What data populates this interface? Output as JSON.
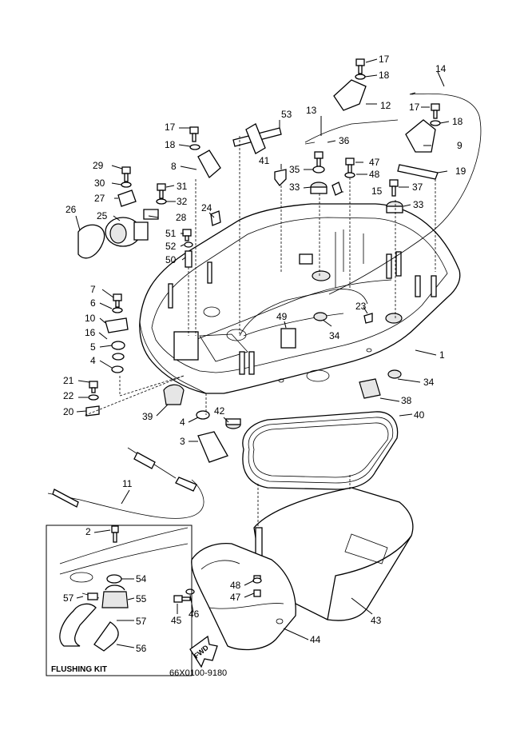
{
  "diagram": {
    "drawing_code": "66X0100-9180",
    "inset_title": "FLUSHING KIT",
    "fwd_label": "FWD",
    "callouts": [
      {
        "id": "c17a",
        "text": "17"
      },
      {
        "id": "c18a",
        "text": "18"
      },
      {
        "id": "c14",
        "text": "14"
      },
      {
        "id": "c13",
        "text": "13"
      },
      {
        "id": "c12",
        "text": "12"
      },
      {
        "id": "c17b",
        "text": "17"
      },
      {
        "id": "c18b",
        "text": "18"
      },
      {
        "id": "c53",
        "text": "53"
      },
      {
        "id": "c17c",
        "text": "17"
      },
      {
        "id": "c18c",
        "text": "18"
      },
      {
        "id": "c36",
        "text": "36"
      },
      {
        "id": "c9",
        "text": "9"
      },
      {
        "id": "c41",
        "text": "41"
      },
      {
        "id": "c47a",
        "text": "47"
      },
      {
        "id": "c29",
        "text": "29"
      },
      {
        "id": "c8",
        "text": "8"
      },
      {
        "id": "c35",
        "text": "35"
      },
      {
        "id": "c48a",
        "text": "48"
      },
      {
        "id": "c19",
        "text": "19"
      },
      {
        "id": "c30",
        "text": "30"
      },
      {
        "id": "c31",
        "text": "31"
      },
      {
        "id": "c33a",
        "text": "33"
      },
      {
        "id": "c15",
        "text": "15"
      },
      {
        "id": "c37",
        "text": "37"
      },
      {
        "id": "c27",
        "text": "27"
      },
      {
        "id": "c32",
        "text": "32"
      },
      {
        "id": "c26",
        "text": "26"
      },
      {
        "id": "c24",
        "text": "24"
      },
      {
        "id": "c33b",
        "text": "33"
      },
      {
        "id": "c25",
        "text": "25"
      },
      {
        "id": "c28",
        "text": "28"
      },
      {
        "id": "c51",
        "text": "51"
      },
      {
        "id": "c52",
        "text": "52"
      },
      {
        "id": "c50",
        "text": "50"
      },
      {
        "id": "c7",
        "text": "7"
      },
      {
        "id": "c6",
        "text": "6"
      },
      {
        "id": "c23",
        "text": "23"
      },
      {
        "id": "c10",
        "text": "10"
      },
      {
        "id": "c49",
        "text": "49"
      },
      {
        "id": "c34a",
        "text": "34"
      },
      {
        "id": "c16",
        "text": "16"
      },
      {
        "id": "c5",
        "text": "5"
      },
      {
        "id": "c1",
        "text": "1"
      },
      {
        "id": "c4a",
        "text": "4"
      },
      {
        "id": "c34b",
        "text": "34"
      },
      {
        "id": "c21",
        "text": "21"
      },
      {
        "id": "c22",
        "text": "22"
      },
      {
        "id": "c38",
        "text": "38"
      },
      {
        "id": "c20",
        "text": "20"
      },
      {
        "id": "c39",
        "text": "39"
      },
      {
        "id": "c4b",
        "text": "4"
      },
      {
        "id": "c42",
        "text": "42"
      },
      {
        "id": "c40",
        "text": "40"
      },
      {
        "id": "c3",
        "text": "3"
      },
      {
        "id": "c11",
        "text": "11"
      },
      {
        "id": "c2",
        "text": "2"
      },
      {
        "id": "c54",
        "text": "54"
      },
      {
        "id": "c57a",
        "text": "57"
      },
      {
        "id": "c55",
        "text": "55"
      },
      {
        "id": "c48b",
        "text": "48"
      },
      {
        "id": "c47b",
        "text": "47"
      },
      {
        "id": "c57b",
        "text": "57"
      },
      {
        "id": "c45",
        "text": "45"
      },
      {
        "id": "c46",
        "text": "46"
      },
      {
        "id": "c43",
        "text": "43"
      },
      {
        "id": "c56",
        "text": "56"
      },
      {
        "id": "c44",
        "text": "44"
      }
    ]
  }
}
